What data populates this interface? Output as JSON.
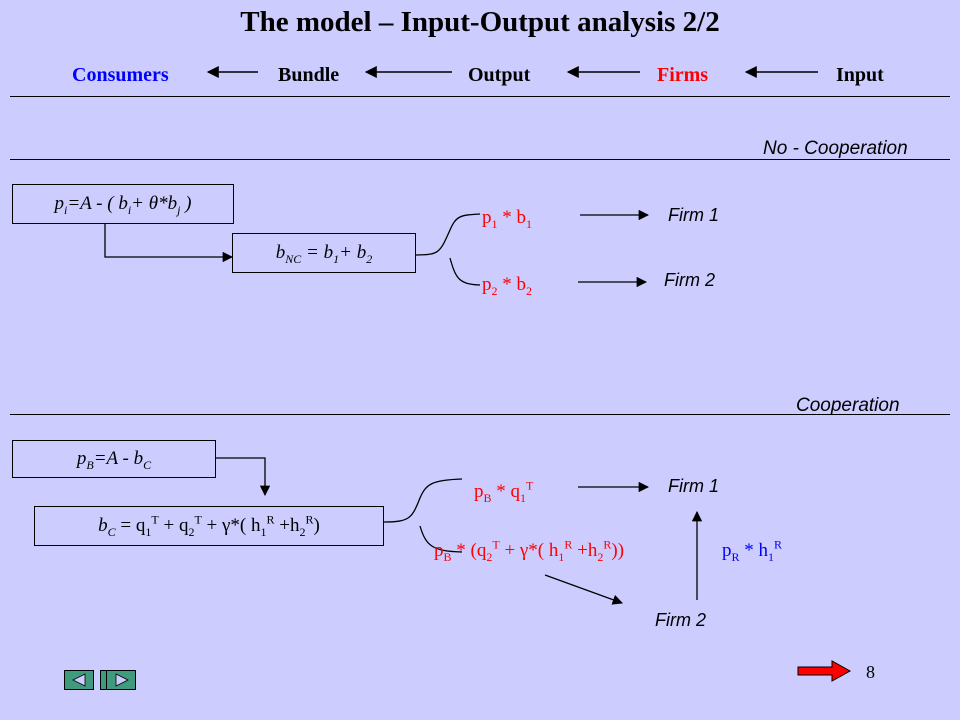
{
  "title": "The model – Input-Output analysis 2/2",
  "flow": {
    "consumers": "Consumers",
    "bundle": "Bundle",
    "output": "Output",
    "firms": "Firms",
    "input": "Input"
  },
  "no_coop": {
    "label": "No - Cooperation",
    "box1": {
      "p": "p",
      "pi": "i",
      "eqA": "=A - ( b",
      "bi": "i",
      "plus": "+ θ*b",
      "bj": "j",
      "end": " )"
    },
    "box2": {
      "b": "b",
      "nc": "NC",
      "eq": " = b",
      "one": "1",
      "plus": "+ b",
      "two": "2"
    },
    "t1": {
      "p": "p",
      "sub1": "1",
      "mul": " * b",
      "sub2": "1"
    },
    "t2": {
      "p": "p",
      "sub1": "2",
      "mul": " * b",
      "sub2": "2"
    },
    "firm1": "Firm 1",
    "firm2": "Firm 2"
  },
  "coop": {
    "label": "Cooperation",
    "box1": {
      "p": "p",
      "sub": "B",
      "eq": "=A - b",
      "sub2": "C"
    },
    "box2": {
      "b": "b",
      "sub": "C",
      "rest1": " = q",
      "s1": "1",
      "sup1": "T",
      "rest2": " + q",
      "s2": "2",
      "sup2": "T",
      "rest3": " + γ*( h",
      "s3": "1",
      "sup3": "R",
      "rest4": " +h",
      "s4": "2",
      "sup4": "R",
      "rest5": ")"
    },
    "t1": {
      "p": "p",
      "sub": "B",
      "mul": " * q",
      "s1": "1",
      "sup": "T"
    },
    "t2": {
      "p": "p",
      "sub": "B",
      "a": " * (q",
      "s1": "2",
      "sup1": "T",
      "b": " + γ*( h",
      "s2": "1",
      "sup2": "R",
      "c": " +h",
      "s3": "2",
      "sup3": "R",
      "d": "))"
    },
    "t3": {
      "p": "p",
      "sub": "R",
      "mul": " * h",
      "s1": "1",
      "sup": "R"
    },
    "firm1": "Firm 1",
    "firm2": "Firm 2"
  },
  "page_number": "8",
  "colors": {
    "background": "#ccccff",
    "highlight": "#ff0000",
    "accent": "#0000ff",
    "nav_button": "#3f9a7e",
    "next_arrow": "#ff0000"
  }
}
